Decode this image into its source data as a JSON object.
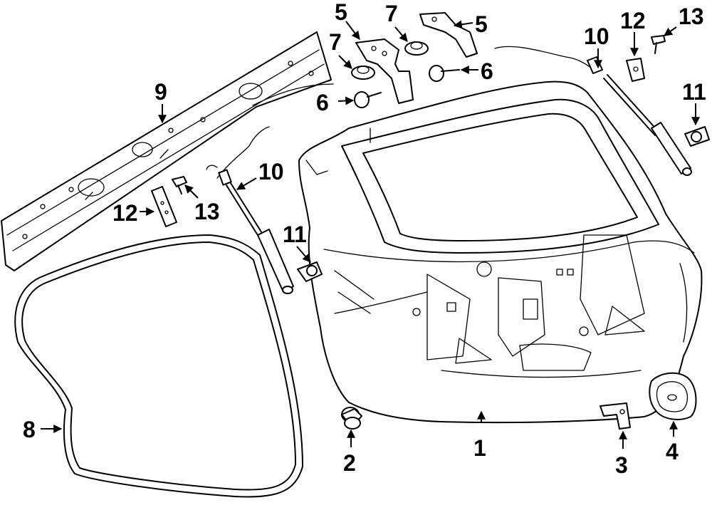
{
  "callouts": [
    {
      "id": "c1",
      "label": "1"
    },
    {
      "id": "c2",
      "label": "2"
    },
    {
      "id": "c3",
      "label": "3"
    },
    {
      "id": "c4",
      "label": "4"
    },
    {
      "id": "c5a",
      "label": "5"
    },
    {
      "id": "c5b",
      "label": "5"
    },
    {
      "id": "c6a",
      "label": "6"
    },
    {
      "id": "c6b",
      "label": "6"
    },
    {
      "id": "c7a",
      "label": "7"
    },
    {
      "id": "c7b",
      "label": "7"
    },
    {
      "id": "c8",
      "label": "8"
    },
    {
      "id": "c9",
      "label": "9"
    },
    {
      "id": "c10a",
      "label": "10"
    },
    {
      "id": "c10b",
      "label": "10"
    },
    {
      "id": "c11a",
      "label": "11"
    },
    {
      "id": "c11b",
      "label": "11"
    },
    {
      "id": "c12a",
      "label": "12"
    },
    {
      "id": "c12b",
      "label": "12"
    },
    {
      "id": "c13a",
      "label": "13"
    },
    {
      "id": "c13b",
      "label": "13"
    }
  ]
}
